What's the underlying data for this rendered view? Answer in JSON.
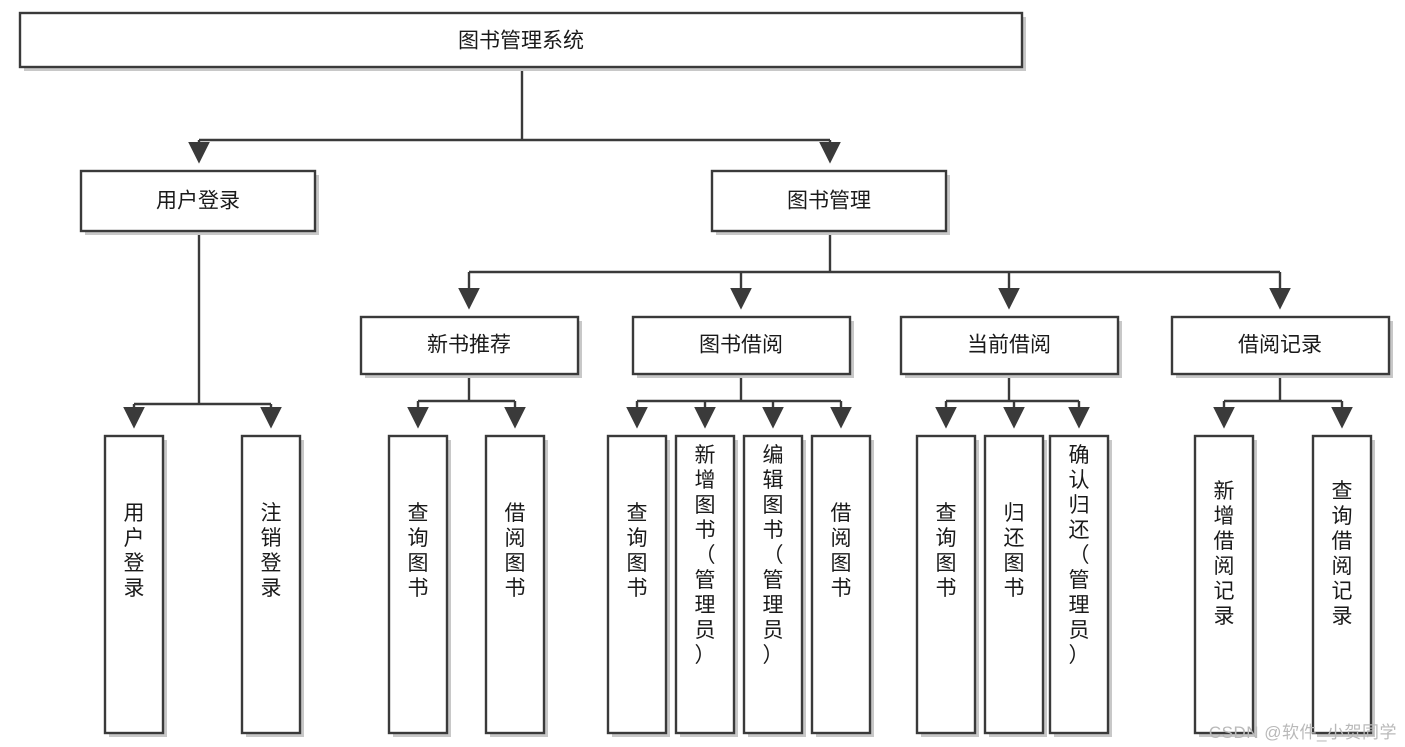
{
  "diagram": {
    "type": "tree",
    "title": "图书管理系统",
    "orientation": "top-down",
    "root": {
      "id": "root",
      "label": "图书管理系统",
      "level": 0
    },
    "level2": [
      {
        "id": "user-login",
        "label": "用户登录"
      },
      {
        "id": "book-manage",
        "label": "图书管理"
      }
    ],
    "level3": [
      {
        "id": "new-book-recommend",
        "label": "新书推荐",
        "parent": "book-manage"
      },
      {
        "id": "book-borrow",
        "label": "图书借阅",
        "parent": "book-manage"
      },
      {
        "id": "current-borrow",
        "label": "当前借阅",
        "parent": "book-manage"
      },
      {
        "id": "borrow-record",
        "label": "借阅记录",
        "parent": "book-manage"
      }
    ],
    "leaves": [
      {
        "id": "leaf-user-login",
        "label": "用户登录",
        "parent": "user-login"
      },
      {
        "id": "leaf-logout-login",
        "label": "注销登录",
        "parent": "user-login"
      },
      {
        "id": "leaf-query-book-1",
        "label": "查询图书",
        "parent": "new-book-recommend"
      },
      {
        "id": "leaf-borrow-book-1",
        "label": "借阅图书",
        "parent": "new-book-recommend"
      },
      {
        "id": "leaf-query-book-2",
        "label": "查询图书",
        "parent": "book-borrow"
      },
      {
        "id": "leaf-add-book",
        "label": "新增图书（管理员）",
        "parent": "book-borrow"
      },
      {
        "id": "leaf-edit-book",
        "label": "编辑图书（管理员）",
        "parent": "book-borrow"
      },
      {
        "id": "leaf-borrow-book-2",
        "label": "借阅图书",
        "parent": "book-borrow"
      },
      {
        "id": "leaf-query-book-3",
        "label": "查询图书",
        "parent": "current-borrow"
      },
      {
        "id": "leaf-return-book",
        "label": "归还图书",
        "parent": "current-borrow"
      },
      {
        "id": "leaf-confirm-return",
        "label": "确认归还（管理员）",
        "parent": "current-borrow"
      },
      {
        "id": "leaf-add-record",
        "label": "新增借阅记录",
        "parent": "borrow-record"
      },
      {
        "id": "leaf-query-record",
        "label": "查询借阅记录",
        "parent": "borrow-record"
      }
    ],
    "colors": {
      "stroke": "#3a3a3a",
      "fill": "#ffffff",
      "text": "#1a1a1a",
      "watermark": "#b9b9b9"
    }
  },
  "watermark": {
    "text": "CSDN @软件_小贺同学"
  }
}
